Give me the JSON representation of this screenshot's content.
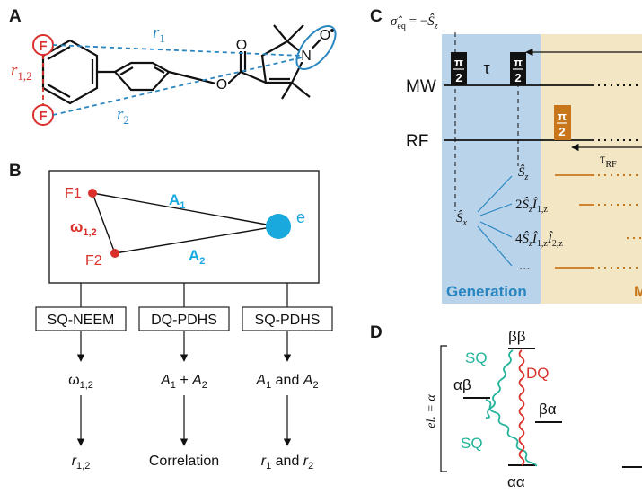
{
  "panels": {
    "a": "A",
    "b": "B",
    "c": "C",
    "d": "D"
  },
  "colors": {
    "blue": "#2a86c0",
    "red": "#d9302b",
    "teal": "#22b39a",
    "orange": "#c8761b",
    "gen_bg": "#b9d3ea",
    "meas_bg": "#f2e6c4",
    "node_blue": "#1aa9dd"
  },
  "panel_a": {
    "r1": "r",
    "r1_sub": "1",
    "r2": "r",
    "r2_sub": "2",
    "r12": "r",
    "r12_sub": "1,2",
    "f_atom": "F",
    "o_atom": "O",
    "n_atom": "N"
  },
  "panel_b": {
    "f1": "F1",
    "f2": "F2",
    "e": "e",
    "a1": "A",
    "a1_sub": "1",
    "a2": "A",
    "a2_sub": "2",
    "omega": "ω",
    "omega_sub": "1,2",
    "methods": [
      "SQ-NEEM",
      "DQ-PDHS",
      "SQ-PDHS"
    ],
    "results": [
      {
        "main": "ω",
        "sub": "1,2"
      },
      {
        "a": "A",
        "a_sub": "1",
        "op": " + ",
        "b": "A",
        "b_sub": "2"
      },
      {
        "a": "A",
        "a_sub": "1",
        "op": " and ",
        "b": "A",
        "b_sub": "2"
      }
    ],
    "finals": [
      {
        "main": "r",
        "sub": "1,2"
      },
      {
        "text": "Correlation"
      },
      {
        "a": "r",
        "a_sub": "1",
        "op": " and ",
        "b": "r",
        "b_sub": "2"
      }
    ]
  },
  "panel_c": {
    "sigma": "σ̂",
    "sigma_sub": "eq",
    "sigma_rhs": " = −",
    "sz": "Ŝ",
    "sz_sub": "z",
    "mw": "MW",
    "rf": "RF",
    "pulse_top": "π",
    "pulse_bottom": "2",
    "tau": "τ",
    "tau_rf": "τ",
    "tau_rf_sub": "RF",
    "sx": "Ŝ",
    "sx_sub": "x",
    "terms": [
      {
        "coef": "",
        "ops": [
          [
            "Ŝ",
            "z"
          ]
        ]
      },
      {
        "coef": "2",
        "ops": [
          [
            "Ŝ",
            "z"
          ],
          [
            "Î",
            "1,z"
          ]
        ]
      },
      {
        "coef": "4",
        "ops": [
          [
            "Ŝ",
            "z"
          ],
          [
            "Î",
            "1,z"
          ],
          [
            "Î",
            "2,z"
          ]
        ]
      }
    ],
    "ellipsis": "...",
    "generation": "Generation",
    "measurement_clip": "M"
  },
  "panel_d": {
    "el_label": "el. = α",
    "bb": "ββ",
    "ab": "αβ",
    "ba": "βα",
    "aa": "αα",
    "sq": "SQ",
    "dq": "DQ"
  }
}
